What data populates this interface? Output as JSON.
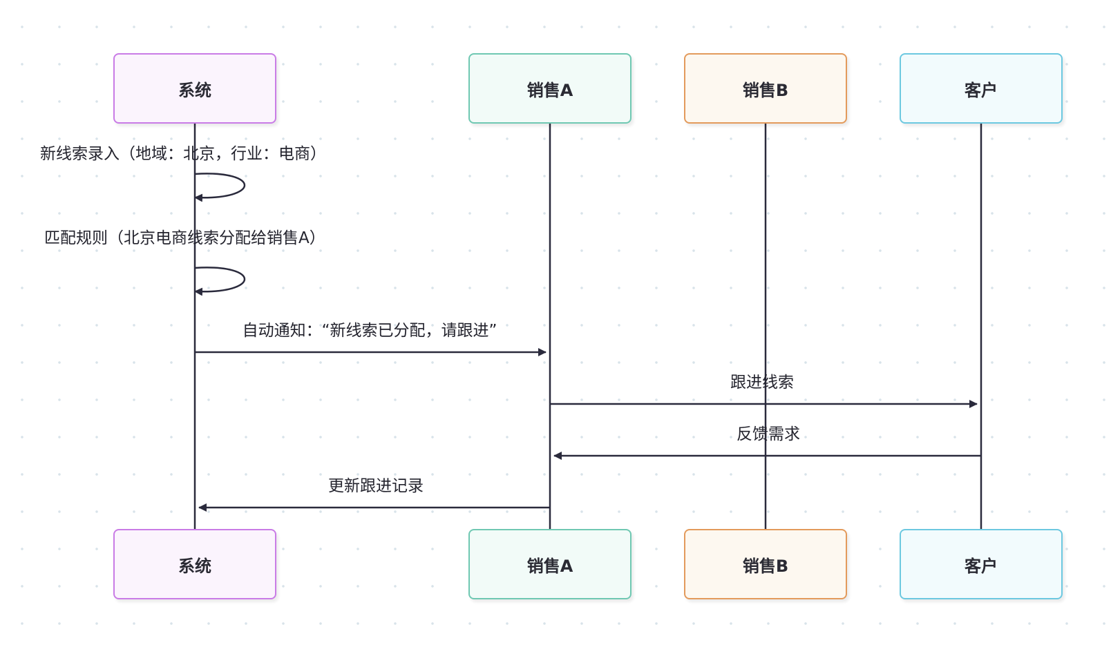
{
  "participants": [
    {
      "id": "system",
      "label": "系统",
      "border": "#c97be6",
      "fill": "#fbf4fd"
    },
    {
      "id": "salesA",
      "label": "销售A",
      "border": "#6fc8b2",
      "fill": "#f2fbf8"
    },
    {
      "id": "salesB",
      "label": "销售B",
      "border": "#e39a5b",
      "fill": "#fdf8f0"
    },
    {
      "id": "customer",
      "label": "客户",
      "border": "#6cc8e0",
      "fill": "#f2fbfd"
    }
  ],
  "messages": [
    {
      "id": "m1",
      "from": "system",
      "to": "system",
      "text": "新线索录入（地域：北京，行业：电商）"
    },
    {
      "id": "m2",
      "from": "system",
      "to": "system",
      "text": "匹配规则（北京电商线索分配给销售A）"
    },
    {
      "id": "m3",
      "from": "system",
      "to": "salesA",
      "text": "自动通知：“新线索已分配，请跟进”"
    },
    {
      "id": "m4",
      "from": "salesA",
      "to": "customer",
      "text": "跟进线索"
    },
    {
      "id": "m5",
      "from": "customer",
      "to": "salesA",
      "text": "反馈需求"
    },
    {
      "id": "m6",
      "from": "salesA",
      "to": "system",
      "text": "更新跟进记录"
    }
  ],
  "colors": {
    "line": "#2a2a3c",
    "background_dot": "#d8e3ea"
  }
}
